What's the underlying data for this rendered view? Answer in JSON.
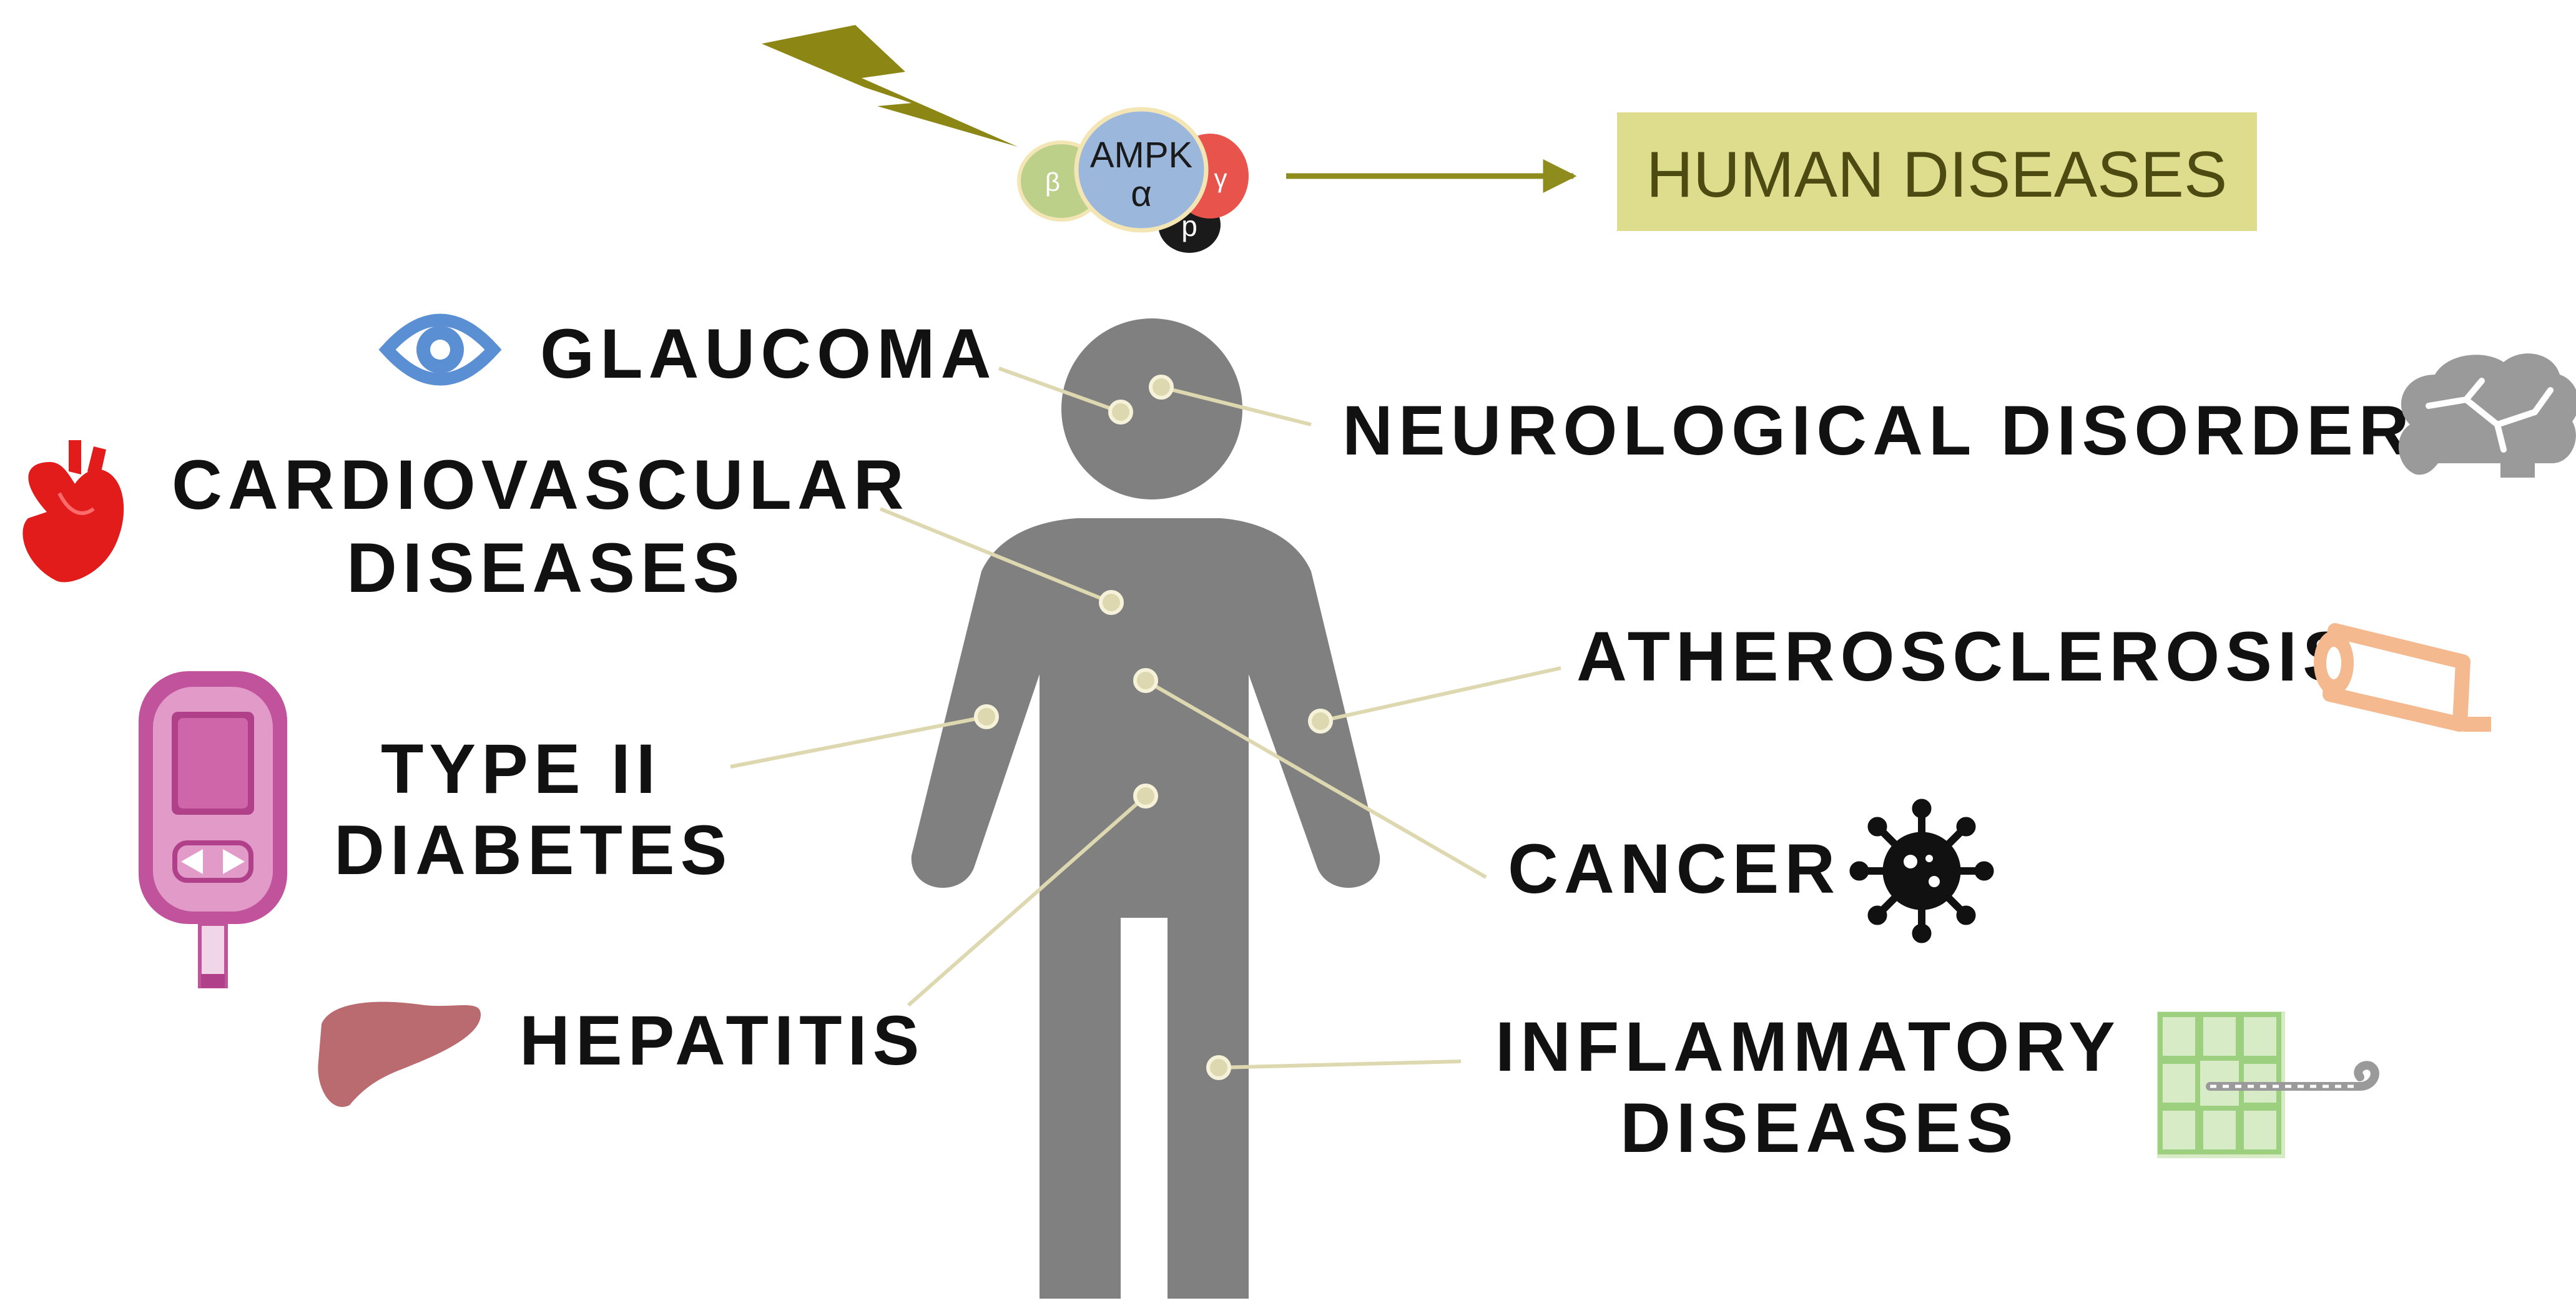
{
  "header": {
    "ampk_main": "AMPK",
    "ampk_alpha": "α",
    "subunit_beta": "β",
    "subunit_gamma": "γ",
    "subunit_p": "p",
    "result_box": "HUMAN DISEASES"
  },
  "diseases": [
    {
      "id": "glaucoma",
      "lines": [
        "GLAUCOMA"
      ],
      "icon": "eye-icon"
    },
    {
      "id": "neuro",
      "lines": [
        "NEUROLOGICAL DISORDERS"
      ],
      "icon": "brain-icon"
    },
    {
      "id": "cardio",
      "lines": [
        "CARDIOVASCULAR",
        "DISEASES"
      ],
      "icon": "heart-icon"
    },
    {
      "id": "athero",
      "lines": [
        "ATHEROSCLEROSIS"
      ],
      "icon": "artery-icon"
    },
    {
      "id": "diabetes",
      "lines": [
        "TYPE II",
        "DIABETES"
      ],
      "icon": "glucometer-icon"
    },
    {
      "id": "cancer",
      "lines": [
        "CANCER"
      ],
      "icon": "virus-icon"
    },
    {
      "id": "hepatitis",
      "lines": [
        "HEPATITIS"
      ],
      "icon": "liver-icon"
    },
    {
      "id": "inflammatory",
      "lines": [
        "INFLAMMATORY",
        "DISEASES"
      ],
      "icon": "intestine-icon"
    }
  ],
  "colors": {
    "body": "#808080",
    "dot": "#ddd8b0",
    "arrow": "#8e8c1c",
    "bolt": "#8c8614",
    "box_fill": "#dedd8e",
    "box_text": "#4d4a12",
    "ampk_blue": "#9bb7db",
    "beta_green": "#bcd08a",
    "gamma_red": "#e8544c",
    "heart": "#e21b1b",
    "eye": "#5b8fd4",
    "brain": "#9a9a9a",
    "artery": "#f4b98e",
    "glucometer": "#c0539b",
    "liver": "#b96b6f",
    "intestine": "#9ccf7e"
  }
}
